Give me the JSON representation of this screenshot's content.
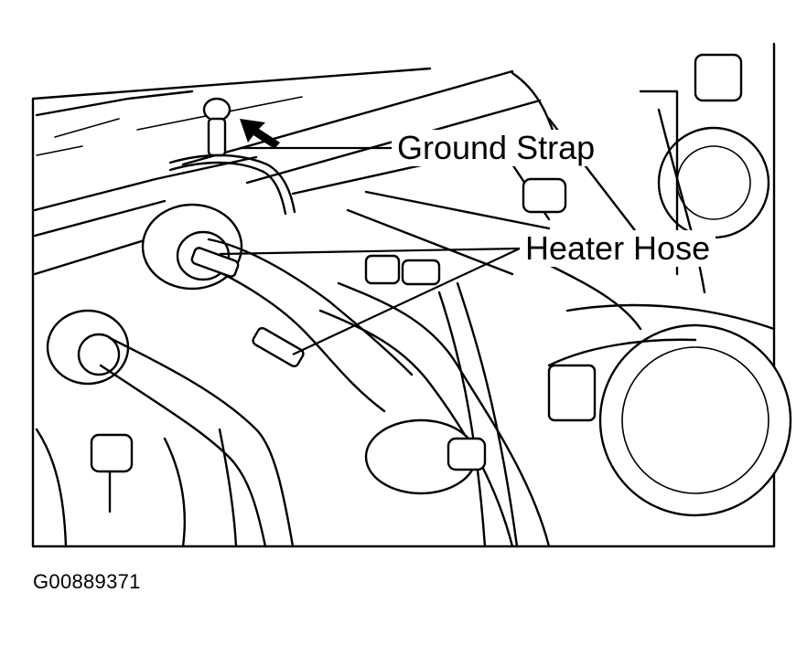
{
  "labels": {
    "ground_strap": "Ground Strap",
    "heater_hose": "Heater Hose"
  },
  "figure_id": "G00889371",
  "colors": {
    "ink": "#000000",
    "paper": "#ffffff"
  }
}
